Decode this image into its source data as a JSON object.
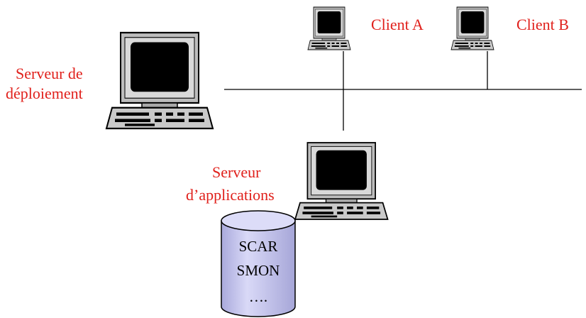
{
  "labels": {
    "deploy_server_line1": "Serveur de",
    "deploy_server_line2": "déploiement",
    "client_a": "Client A",
    "client_b": "Client B",
    "app_server_line1": "Serveur",
    "app_server_line2": "d’applications"
  },
  "database": {
    "entries": [
      "SCAR",
      "SMON",
      "…."
    ]
  },
  "icons": {
    "computer": "desktop-computer-icon",
    "database": "database-cylinder-icon"
  },
  "colors": {
    "label": "#e0201b",
    "screen": "#000000",
    "monitor_body": "#b8b8b8",
    "database_fill": "#c8c8f0",
    "line": "#000000"
  }
}
